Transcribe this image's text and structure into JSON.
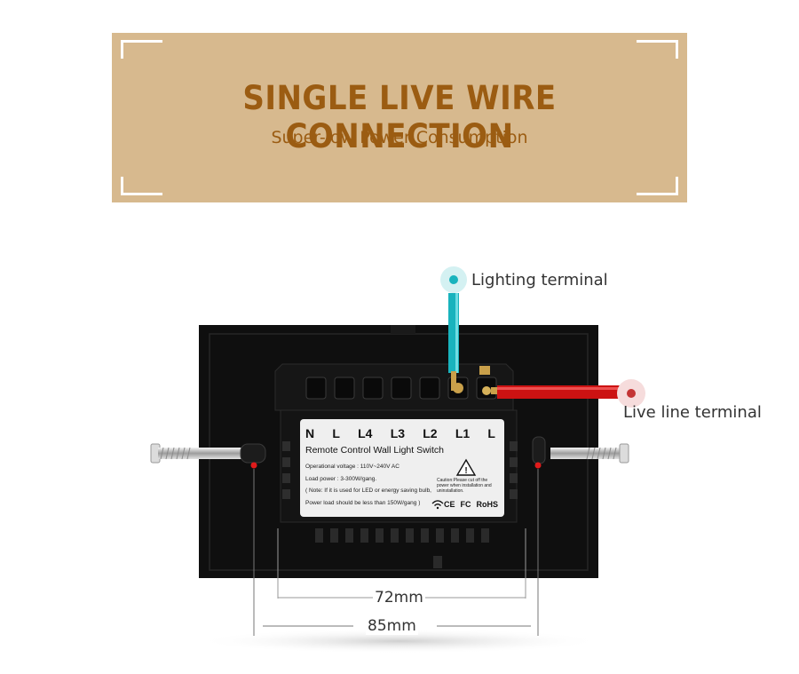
{
  "banner": {
    "title": "SINGLE LIVE WIRE CONNECTION",
    "subtitle": "Super-low Power Consumption"
  },
  "callouts": {
    "lighting_terminal": "Lighting terminal",
    "live_line_terminal": "Live line terminal"
  },
  "plate": {
    "terminals": [
      "N",
      "L",
      "L4",
      "L3",
      "L2",
      "L1",
      "L"
    ],
    "title": "Remote Control Wall Light Switch",
    "operational_voltage": "Operational voltage : 110V~240V AC",
    "load_power": "Load power : 3-300W/gang.",
    "note_line1": "( Note: If it is used for LED or energy saving bulb,",
    "note_line2": "Power load should be less than 150W/gang )",
    "caution": "Caution:Please cut off the power when installation and uninstallation.",
    "certs": [
      "CE",
      "FC",
      "RoHS"
    ]
  },
  "dimensions": {
    "inner": "72mm",
    "outer": "85mm"
  },
  "colors": {
    "banner_bg": "#d7b98e",
    "banner_text": "#9b5c12",
    "lighting_wire": "#19b3bd",
    "live_wire": "#cc1212",
    "device_body": "#111111"
  }
}
